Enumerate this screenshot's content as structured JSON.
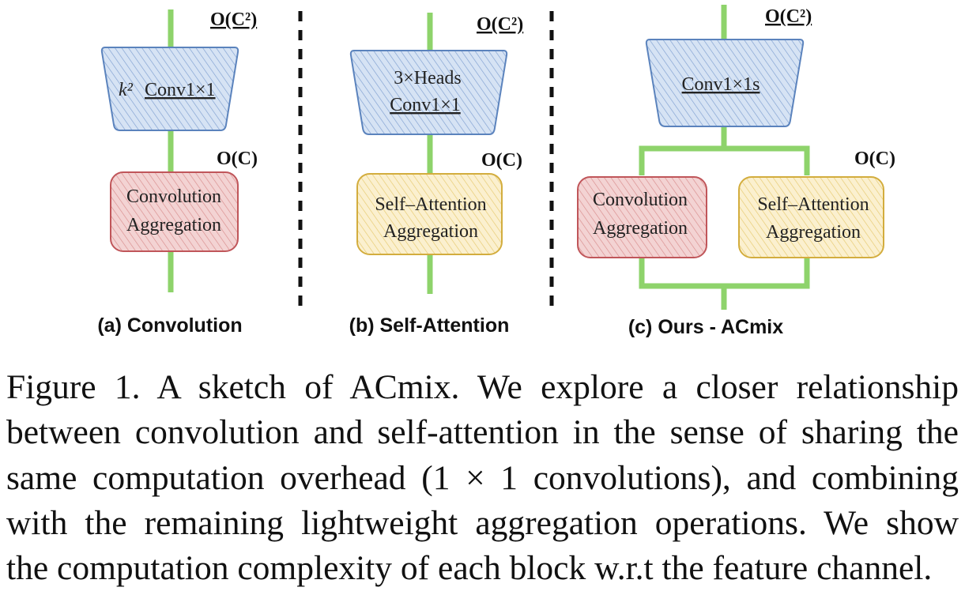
{
  "colors": {
    "connector": "#8ed36b",
    "conv_fill": "#e4b4b4",
    "conv_stroke": "#c0565a",
    "attn_fill": "#f4e0a4",
    "attn_stroke": "#d3ad3e",
    "proj_fill": "#c2d5ee",
    "proj_stroke": "#5b83bd"
  },
  "panels": {
    "a": {
      "caption": "(a) Convolution",
      "proj_prefix": "k²",
      "proj_label": "Conv1×1",
      "proj_complexity": "O(C²)",
      "agg_line1": "Convolution",
      "agg_line2": "Aggregation",
      "agg_complexity": "O(C)"
    },
    "b": {
      "caption": "(b) Self-Attention",
      "proj_line1": "3×Heads",
      "proj_line2": "Conv1×1",
      "proj_complexity": "O(C²)",
      "agg_line1": "Self–Attention",
      "agg_line2": "Aggregation",
      "agg_complexity": "O(C)"
    },
    "c": {
      "caption": "(c) Ours - ACmix",
      "proj_label": "Conv1×1s",
      "proj_complexity": "O(C²)",
      "conv_line1": "Convolution",
      "conv_line2": "Aggregation",
      "attn_line1": "Self–Attention",
      "attn_line2": "Aggregation",
      "agg_complexity": "O(C)"
    }
  },
  "caption_lines": [
    "Figure 1.  A sketch of ACmix.  We explore a closer relationship",
    "between convolution and self-attention in the sense of sharing the",
    "same computation overhead (1 × 1 convolutions), and combining",
    "with the remaining lightweight aggregation operations.  We show",
    "the computation complexity of each block w.r.t the feature channel."
  ]
}
